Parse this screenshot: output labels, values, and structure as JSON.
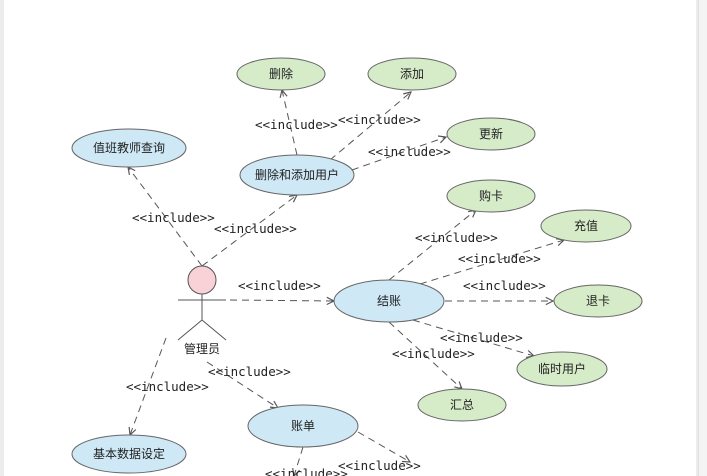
{
  "include_label": "<<include>>",
  "colors": {
    "blue_fill": "#cfe8f6",
    "green_fill": "#d6ecc9",
    "stroke": "#666666",
    "actor_head": "#f9d2d8",
    "line": "#555555"
  },
  "actor": {
    "label": "管理员"
  },
  "use_cases": [
    {
      "id": "delete",
      "label": "删除",
      "color": "green"
    },
    {
      "id": "add",
      "label": "添加",
      "color": "green"
    },
    {
      "id": "update",
      "label": "更新",
      "color": "green"
    },
    {
      "id": "teacher_query",
      "label": "值班教师查询",
      "color": "blue"
    },
    {
      "id": "user_manage",
      "label": "删除和添加用户",
      "color": "blue"
    },
    {
      "id": "buy_card",
      "label": "购卡",
      "color": "green"
    },
    {
      "id": "recharge",
      "label": "充值",
      "color": "green"
    },
    {
      "id": "checkout",
      "label": "结账",
      "color": "blue"
    },
    {
      "id": "refund_card",
      "label": "退卡",
      "color": "green"
    },
    {
      "id": "temp_user",
      "label": "临时用户",
      "color": "green"
    },
    {
      "id": "summary",
      "label": "汇总",
      "color": "green"
    },
    {
      "id": "basic_data",
      "label": "基本数据设定",
      "color": "blue"
    },
    {
      "id": "bill",
      "label": "账单",
      "color": "blue"
    }
  ],
  "edges": [
    {
      "from": "user_manage",
      "to": "delete"
    },
    {
      "from": "user_manage",
      "to": "add"
    },
    {
      "from": "user_manage",
      "to": "update"
    },
    {
      "from": "actor",
      "to": "teacher_query"
    },
    {
      "from": "actor",
      "to": "user_manage"
    },
    {
      "from": "actor",
      "to": "checkout"
    },
    {
      "from": "checkout",
      "to": "buy_card"
    },
    {
      "from": "checkout",
      "to": "recharge"
    },
    {
      "from": "checkout",
      "to": "refund_card"
    },
    {
      "from": "checkout",
      "to": "temp_user"
    },
    {
      "from": "checkout",
      "to": "summary"
    },
    {
      "from": "actor",
      "to": "basic_data"
    },
    {
      "from": "actor",
      "to": "bill"
    },
    {
      "from": "bill",
      "to": "offscreen_1"
    },
    {
      "from": "bill",
      "to": "offscreen_2"
    }
  ]
}
